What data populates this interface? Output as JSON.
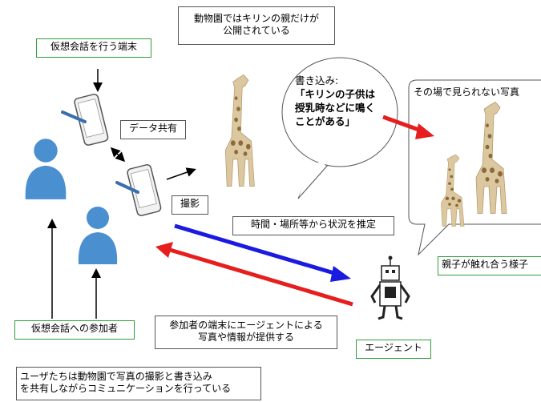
{
  "labels": {
    "zoo_note": [
      "動物園ではキリンの親だけが",
      "公開されている"
    ],
    "device_label": "仮想会話を行う端末",
    "data_share": "データ共有",
    "photo_label": "撮影",
    "estimate_label": "時間・場所等から状況を推定",
    "participants_label": "仮想会話への参加者",
    "agent_provide": [
      "参加者の端末にエージェントによる",
      "写真や情報が提供する"
    ],
    "agent_label": "エージェント",
    "parent_child": "親子が触れ合う様子",
    "bottom_note": [
      "ユーザたちは動物園で写真の撮影と書き込み",
      "を共有しながらコミュニケーションを行っている"
    ]
  },
  "bubble": {
    "heading": "書き込み:",
    "lines": [
      "「キリンの子供は",
      "授乳時などに鳴く",
      "ことがある」"
    ]
  },
  "photo_panel": {
    "title": "その場で見られない写真"
  },
  "colors": {
    "person": "#4a8fd0",
    "giraffe_body": "#dcc8a0",
    "giraffe_spot": "#8c6a3a",
    "arrow_blue": "#1a1ae0",
    "arrow_red": "#e61e1e",
    "green_border": "#2e9e3e"
  }
}
